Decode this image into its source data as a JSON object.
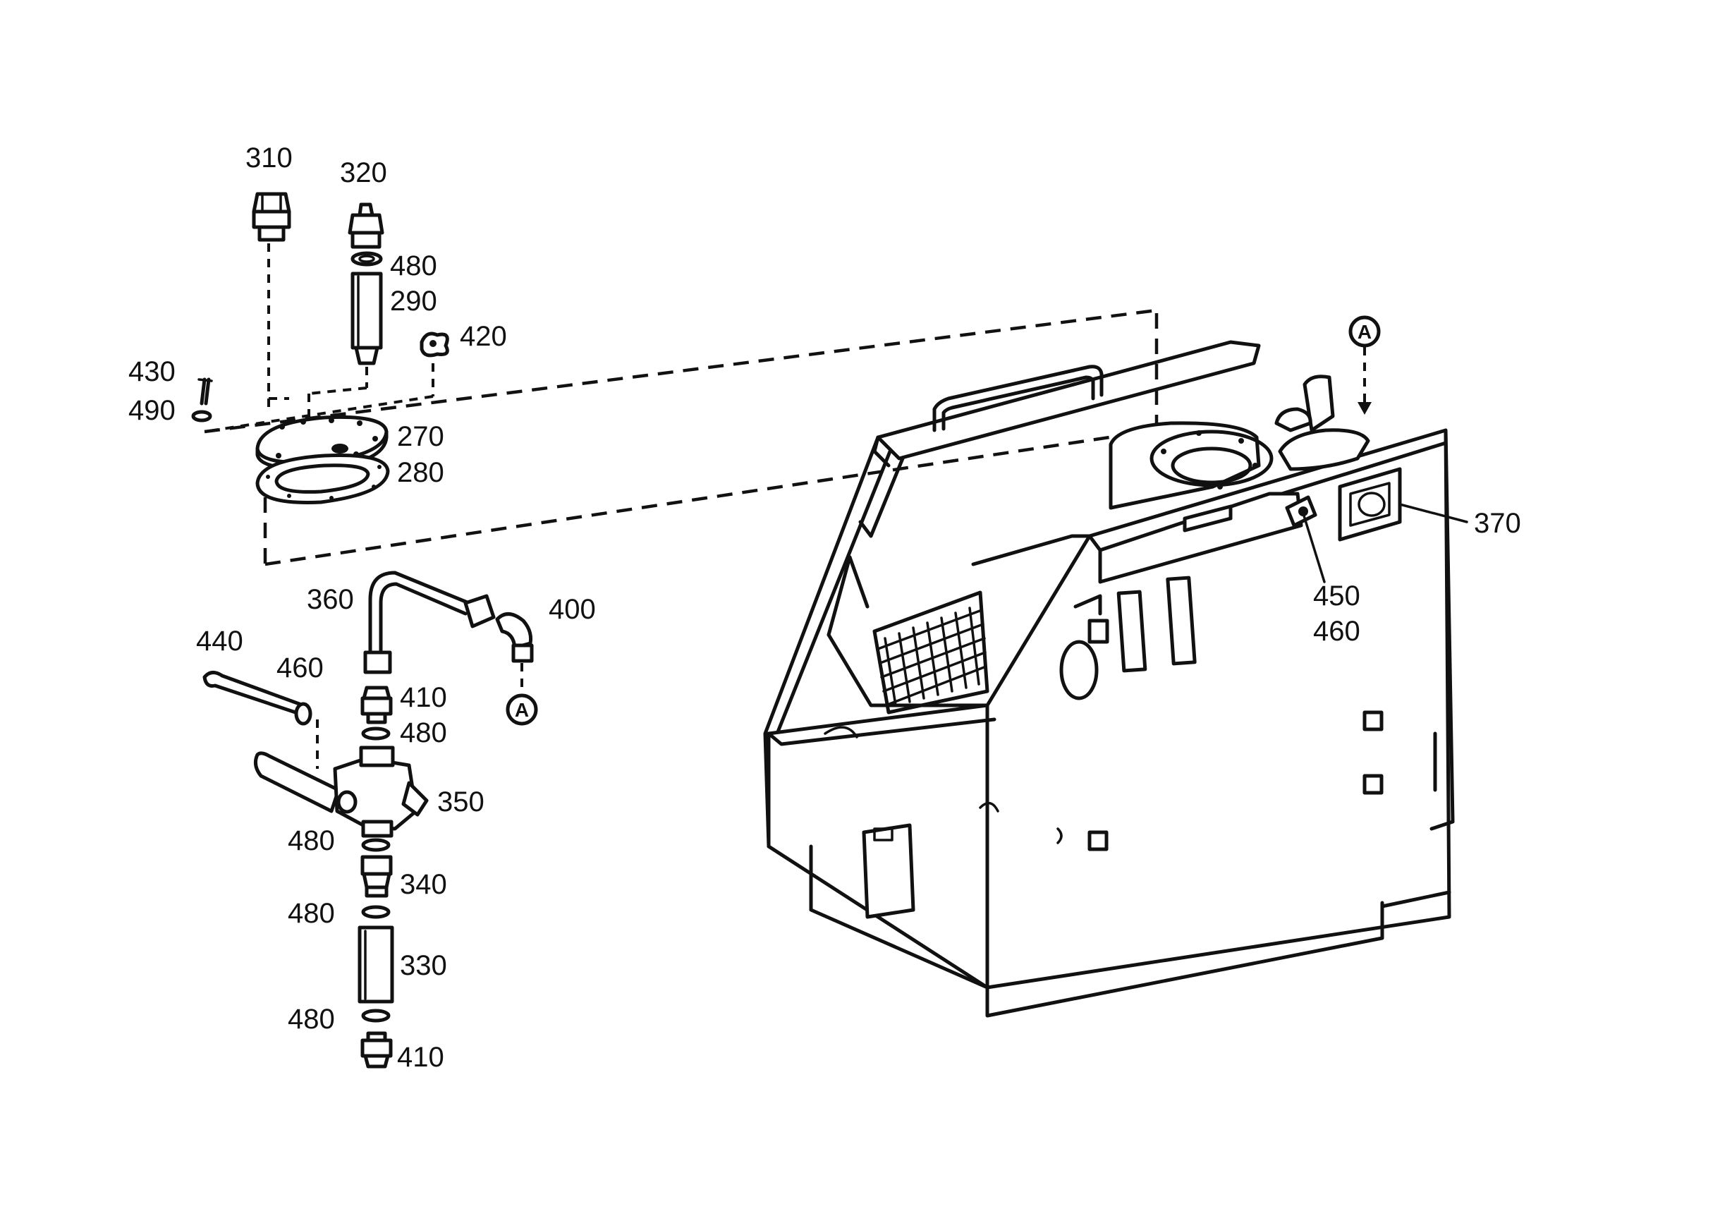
{
  "labels": {
    "l310": "310",
    "l320": "320",
    "l480a": "480",
    "l290": "290",
    "l420": "420",
    "l430": "430",
    "l490": "490",
    "l270": "270",
    "l280": "280",
    "l360": "360",
    "l400": "400",
    "l440": "440",
    "l460a": "460",
    "l410a": "410",
    "l480b": "480",
    "l350": "350",
    "l480c": "480",
    "l340": "340",
    "l480d": "480",
    "l330": "330",
    "l480e": "480",
    "l410b": "410",
    "l370": "370",
    "l450": "450",
    "l460b": "460"
  },
  "callouts": {
    "a_left": "A",
    "a_right": "A"
  }
}
